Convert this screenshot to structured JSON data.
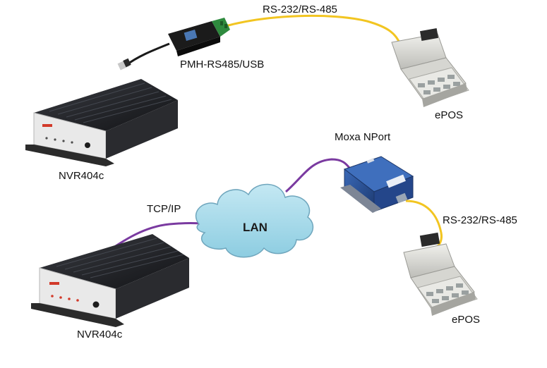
{
  "labels": {
    "serial_top": "RS-232/RS-485",
    "usb_adapter": "PMH-RS485/USB",
    "epos_top": "ePOS",
    "nvr_top": "NVR404c",
    "moxa": "Moxa NPort",
    "serial_bottom": "RS-232/RS-485",
    "tcpip": "TCP/IP",
    "lan": "LAN",
    "epos_bottom": "ePOS",
    "nvr_bottom": "NVR404c"
  },
  "colors": {
    "serial_cable": "#f2c521",
    "network_cable": "#7a3aa0",
    "usb_cable": "#1a1a1a",
    "cloud_fill": "#a9dbea",
    "cloud_stroke": "#6fa6bd",
    "nvr_body": "#26272b",
    "nport_body": "#2a4f92",
    "register_body": "#dcdcd8"
  }
}
